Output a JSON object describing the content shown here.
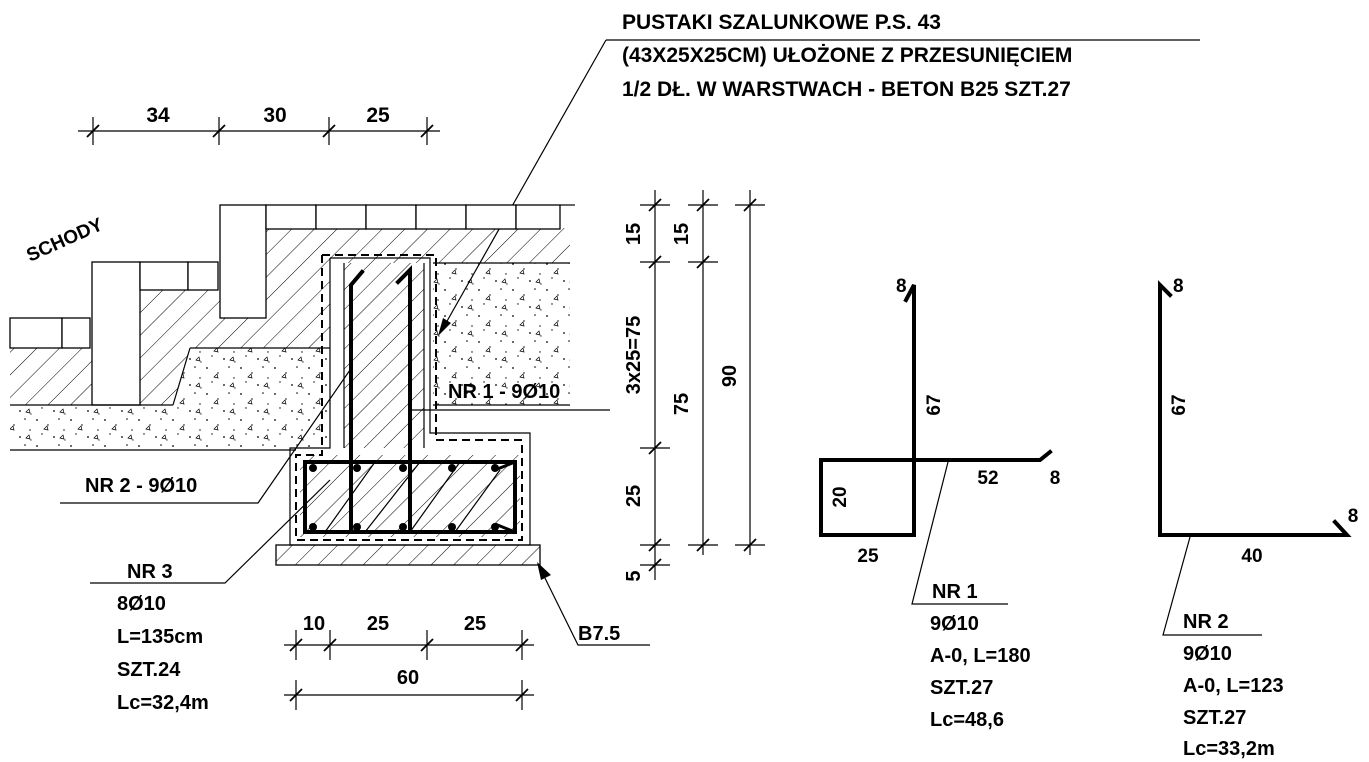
{
  "title_lines": [
    "PUSTAKI SZALUNKOWE P.S. 43",
    "(43X25X25CM) UŁOŻONE Z PRZESUNIĘCIEM",
    "1/2 DŁ. W WARSTWACH - BETON B25 SZT.27"
  ],
  "stairs_label": "SCHODY",
  "top_dims": [
    "34",
    "30",
    "25"
  ],
  "bottom_dims": [
    "10",
    "25",
    "25"
  ],
  "total_width": "60",
  "vertical_dims": {
    "left": [
      "15",
      "3x25=75",
      "25",
      "5"
    ],
    "middle": [
      "15",
      "75"
    ],
    "right": "90"
  },
  "leaders": {
    "nr1": "NR 1 - 9Ø10",
    "nr2": "NR 2 - 9Ø10",
    "blinding": "B7.5"
  },
  "nr3": [
    "NR 3",
    "8Ø10",
    "L=135cm",
    "SZT.24",
    "Lc=32,4m"
  ],
  "bar_nr1": {
    "dims": {
      "hook": "8",
      "vertical": "67",
      "horizontal": "52",
      "end_hook": "8",
      "box_height": "20",
      "box_width": "25"
    },
    "spec": [
      "NR 1",
      "9Ø10",
      "A-0, L=180",
      "SZT.27",
      "Lc=48,6"
    ]
  },
  "bar_nr2": {
    "dims": {
      "hook": "8",
      "vertical": "67",
      "end_hook": "8",
      "horizontal": "40"
    },
    "spec": [
      "NR 2",
      "9Ø10",
      "A-0, L=123",
      "SZT.27",
      "Lc=33,2m"
    ]
  }
}
